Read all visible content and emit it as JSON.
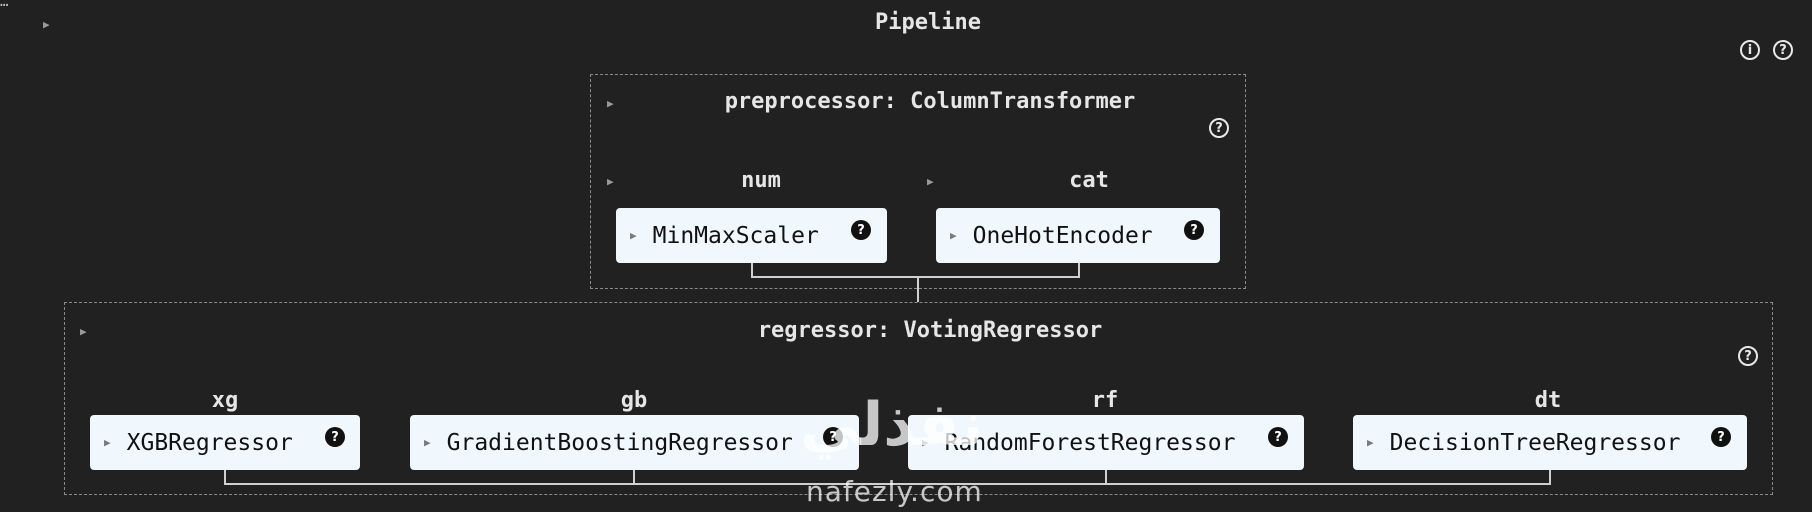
{
  "corner_text": "…",
  "pipeline": {
    "title": "Pipeline"
  },
  "header_icons": {
    "info": "i",
    "help": "?"
  },
  "preprocessor": {
    "title": "preprocessor: ColumnTransformer",
    "help": "?",
    "columns": [
      {
        "label": "num",
        "estimator": "MinMaxScaler"
      },
      {
        "label": "cat",
        "estimator": "OneHotEncoder"
      }
    ]
  },
  "regressor": {
    "title": "regressor: VotingRegressor",
    "help": "?",
    "estimators": [
      {
        "label": "xg",
        "estimator": "XGBRegressor"
      },
      {
        "label": "gb",
        "estimator": "GradientBoostingRegressor"
      },
      {
        "label": "rf",
        "estimator": "RandomForestRegressor"
      },
      {
        "label": "dt",
        "estimator": "DecisionTreeRegressor"
      }
    ]
  },
  "watermark": {
    "arabic": "نفذلي",
    "latin": "nafezly.com"
  },
  "icons": {
    "toggle": "triangle-right-icon",
    "info": "info-circle-icon",
    "help": "question-circle-icon"
  }
}
